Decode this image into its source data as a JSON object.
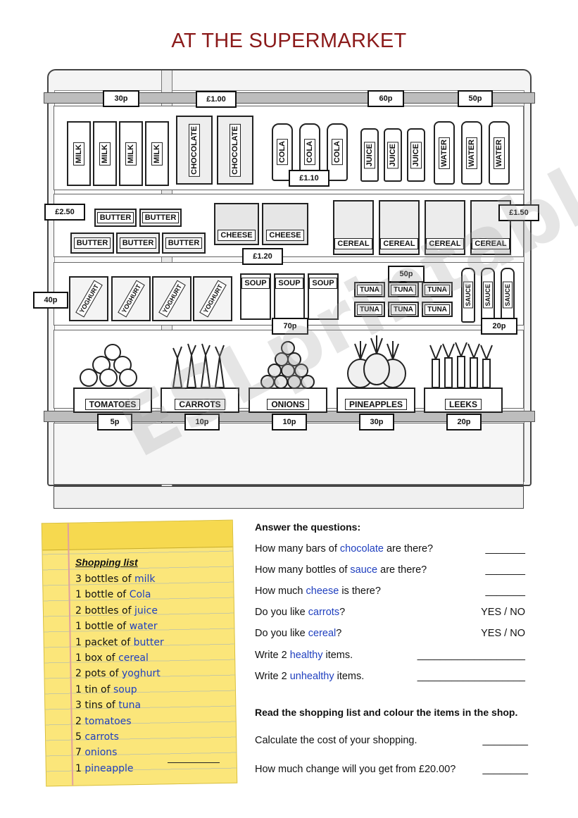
{
  "title": "AT THE SUPERMARKET",
  "price_tags": {
    "milk": "30p",
    "chocolate": "£1.00",
    "cola": "£1.10",
    "juice": "60p",
    "water": "50p",
    "butter": "£2.50",
    "cheese": "£1.20",
    "cereal": "£1.50",
    "yoghurt": "40p",
    "soup": "70p",
    "tuna": "50p",
    "sauce": "20p",
    "tomatoes": "5p",
    "carrots": "10p",
    "onions": "10p",
    "pineapples": "30p",
    "leeks": "20p"
  },
  "products": {
    "milk": "MILK",
    "chocolate": "CHOCOLATE",
    "cola": "COLA",
    "juice": "JUICE",
    "water": "WATER",
    "butter": "BUTTER",
    "cheese": "CHEESE",
    "cereal": "CEREAL",
    "yoghurt": "YOGHURT",
    "soup": "SOUP",
    "tuna": "TUNA",
    "sauce": "SAUCE",
    "tomatoes": "TOMATOES",
    "carrots": "CARROTS",
    "onions": "ONIONS",
    "pineapples": "PINEAPPLES",
    "leeks": "LEEKS"
  },
  "shopping_list": {
    "heading": "Shopping list",
    "items": [
      {
        "qty": "3 bottles of ",
        "item": "milk"
      },
      {
        "qty": "1 bottle of ",
        "item": "Cola"
      },
      {
        "qty": "2 bottles of ",
        "item": "juice"
      },
      {
        "qty": "1 bottle of ",
        "item": "water"
      },
      {
        "qty": "1 packet of ",
        "item": "butter"
      },
      {
        "qty": "1 box of ",
        "item": "cereal"
      },
      {
        "qty": "2 pots of ",
        "item": "yoghurt"
      },
      {
        "qty": "1 tin of ",
        "item": "soup"
      },
      {
        "qty": "3 tins of ",
        "item": "tuna"
      },
      {
        "qty": "2 ",
        "item": "tomatoes"
      },
      {
        "qty": "5 ",
        "item": "carrots"
      },
      {
        "qty": "7 ",
        "item": "onions"
      },
      {
        "qty": "1 ",
        "item": "pineapple"
      }
    ]
  },
  "questions": {
    "heading": "Answer the questions:",
    "q1": {
      "pre": "How many bars of ",
      "key": "chocolate",
      "post": " are there?",
      "answer": "_______"
    },
    "q2": {
      "pre": "How many bottles of ",
      "key": "sauce",
      "post": " are there?",
      "answer": "_______"
    },
    "q3": {
      "pre": "How much ",
      "key": "cheese",
      "post": " is there?",
      "answer": "_______"
    },
    "q4": {
      "pre": "Do you like ",
      "key": "carrots",
      "post": "?",
      "answer": "YES / NO"
    },
    "q5": {
      "pre": "Do you like ",
      "key": "cereal",
      "post": "?",
      "answer": "YES / NO"
    },
    "q6": {
      "pre": "Write 2 ",
      "key": "healthy",
      "post": " items.",
      "answer": "___________________"
    },
    "q7": {
      "pre": "Write 2 ",
      "key": "unhealthy",
      "post": " items.",
      "answer": "___________________"
    },
    "colour_instruction": "Read the shopping list and colour the items in the shop.",
    "q8": {
      "text": "Calculate the cost of your shopping.",
      "answer": "________"
    },
    "q9": {
      "text": "How much change will you get from £20.00?",
      "answer": "________"
    }
  },
  "watermark": "ESLprintables.com"
}
